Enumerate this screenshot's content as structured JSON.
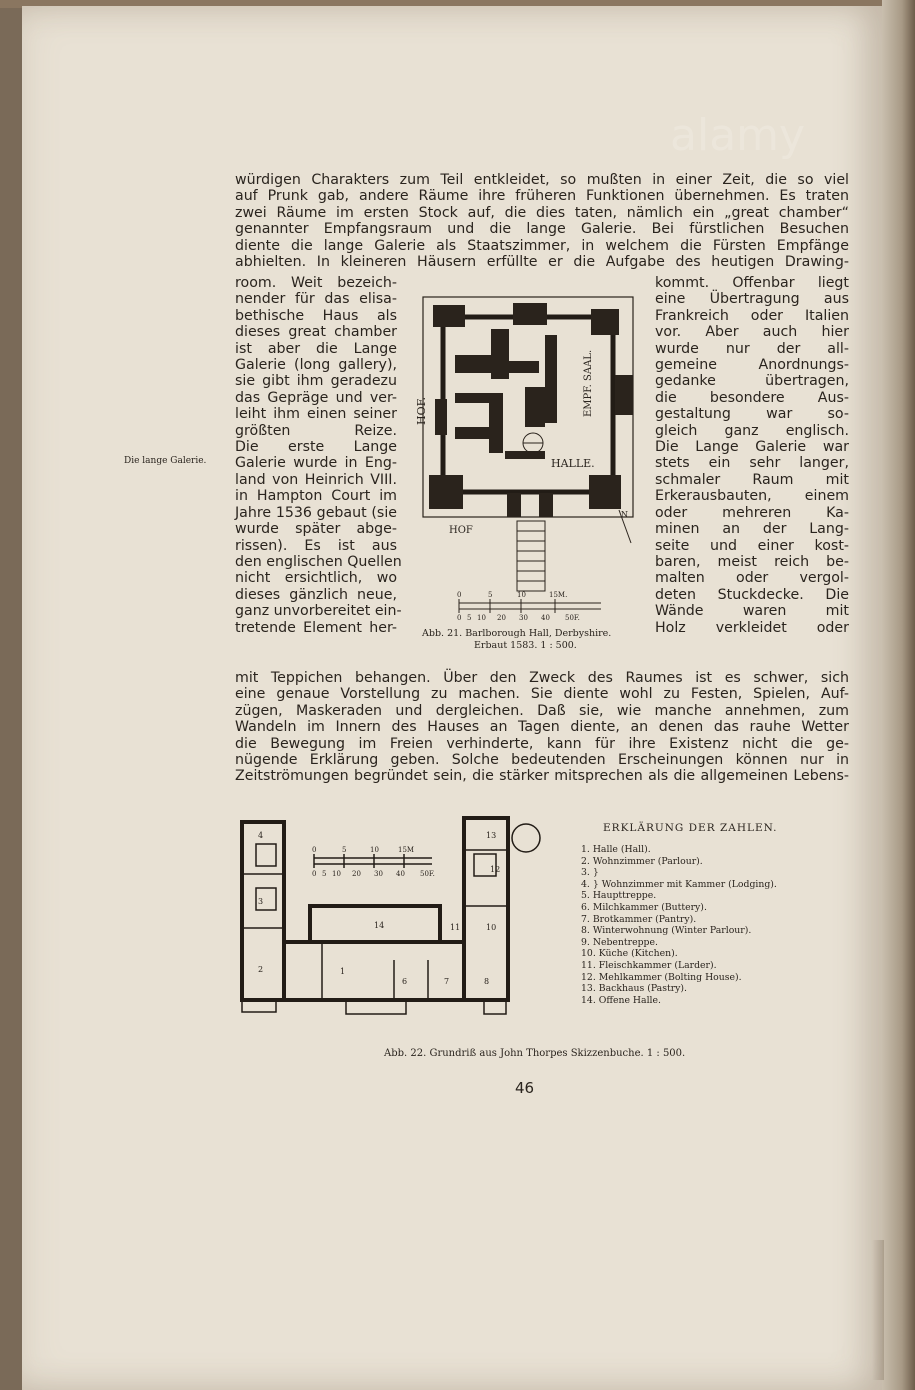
{
  "text_top": [
    "würdigen Charakters zum Teil entkleidet, so mußten in einer Zeit, die so viel",
    "auf Prunk gab, andere Räume ihre früheren Funktionen übernehmen. Es traten",
    "zwei Räume im ersten Stock auf, die dies taten, nämlich ein „great chamber“",
    "genannter Empfangsraum und die lange Galerie. Bei fürstlichen Besuchen",
    "diente die lange Galerie als Staatszimmer, in welchem die Fürsten Empfänge",
    "abhielten. In kleineren Häusern erfüllte er die Aufgabe des heutigen Drawing-"
  ],
  "text_left": [
    "room. Weit bezeich-",
    "nender für das elisa-",
    "bethische Haus als",
    "dieses great chamber",
    "ist aber die Lange",
    "Galerie (long gallery),",
    "sie gibt ihm geradezu",
    "das Gepräge und ver-",
    "leiht ihm einen seiner",
    "größten Reize.",
    "Die erste Lange",
    "Galerie wurde in Eng-",
    "land von Heinrich VIII.",
    "in Hampton Court im",
    "Jahre 1536 gebaut (sie",
    "wurde später abge-",
    "rissen). Es ist aus",
    "den englischen Quellen",
    "nicht ersichtlich, wo",
    "dieses gänzlich neue,",
    "ganz unvorbereitet ein-",
    "tretende Element her-"
  ],
  "text_right": [
    "kommt. Offenbar liegt",
    "eine Übertragung aus",
    "Frankreich oder Italien",
    "vor. Aber auch hier",
    "wurde nur der all-",
    "gemeine Anordnungs-",
    "gedanke übertragen,",
    "die besondere Aus-",
    "gestaltung war so-",
    "gleich ganz englisch.",
    "Die Lange Galerie war",
    "stets ein sehr langer,",
    "schmaler Raum mit",
    "Erkerausbauten, einem",
    "oder mehreren Ka-",
    "minen an der Lang-",
    "seite und einer kost-",
    "baren, meist reich be-",
    "malten oder vergol-",
    "deten Stuckdecke. Die",
    "Wände waren mit",
    "Holz verkleidet oder"
  ],
  "text_bottom": [
    "mit Teppichen behangen. Über den Zweck des Raumes ist es schwer, sich",
    "eine genaue Vorstellung zu machen. Sie diente wohl zu Festen, Spielen, Auf-",
    "zügen, Maskeraden und dergleichen. Daß sie, wie manche annehmen, zum",
    "Wandeln im Innern des Hauses an Tagen diente, an denen das rauhe Wetter",
    "die Bewegung im Freien verhinderte, kann für ihre Existenz nicht die ge-",
    "nügende Erklärung geben. Solche bedeutenden Erscheinungen können nur in",
    "Zeitströmungen begründet sein, die stärker mitsprechen als die allgemeinen Lebens-"
  ],
  "margin_note": "Die lange Galerie.",
  "fig21": {
    "labels": {
      "hof_left": "HOF.",
      "hof_bottom": "HOF",
      "empf_saal": "EMPF. SAAL.",
      "halle": "HALLE.",
      "north": "N"
    },
    "scale_m": [
      "0",
      "5",
      "10",
      "15M."
    ],
    "scale_f": [
      "0",
      "5",
      "10",
      "20",
      "30",
      "40",
      "50F."
    ],
    "caption_1": "Abb. 21. Barlborough Hall, Derbyshire.",
    "caption_2": "Erbaut 1583. 1 : 500."
  },
  "fig22": {
    "room_numbers": [
      "1",
      "2",
      "3",
      "4",
      "6",
      "7",
      "8",
      "10",
      "11",
      "12",
      "13",
      "14"
    ],
    "scale_m": [
      "0",
      "5",
      "10",
      "15M"
    ],
    "scale_f": [
      "0",
      "5",
      "10",
      "20",
      "30",
      "40",
      "50F."
    ],
    "caption": "Abb. 22. Grundriß aus John Thorpes Skizzenbuche. 1 : 500."
  },
  "legend": {
    "title": "ERKLÄRUNG DER ZAHLEN.",
    "items": [
      "1. Halle (Hall).",
      "2. Wohnzimmer (Parlour).",
      "3. }",
      "4. } Wohnzimmer mit Kammer (Lodging).",
      "5. Haupttreppe.",
      "6. Milchkammer (Buttery).",
      "7. Brotkammer (Pantry).",
      "8. Winterwohnung (Winter Parlour).",
      "9. Nebentreppe.",
      "10. Küche (Kitchen).",
      "11. Fleischkammer (Larder).",
      "12. Mehlkammer (Bolting House).",
      "13. Backhaus (Pastry).",
      "14. Offene Halle."
    ]
  },
  "page_number": "46",
  "watermark": "alamy"
}
